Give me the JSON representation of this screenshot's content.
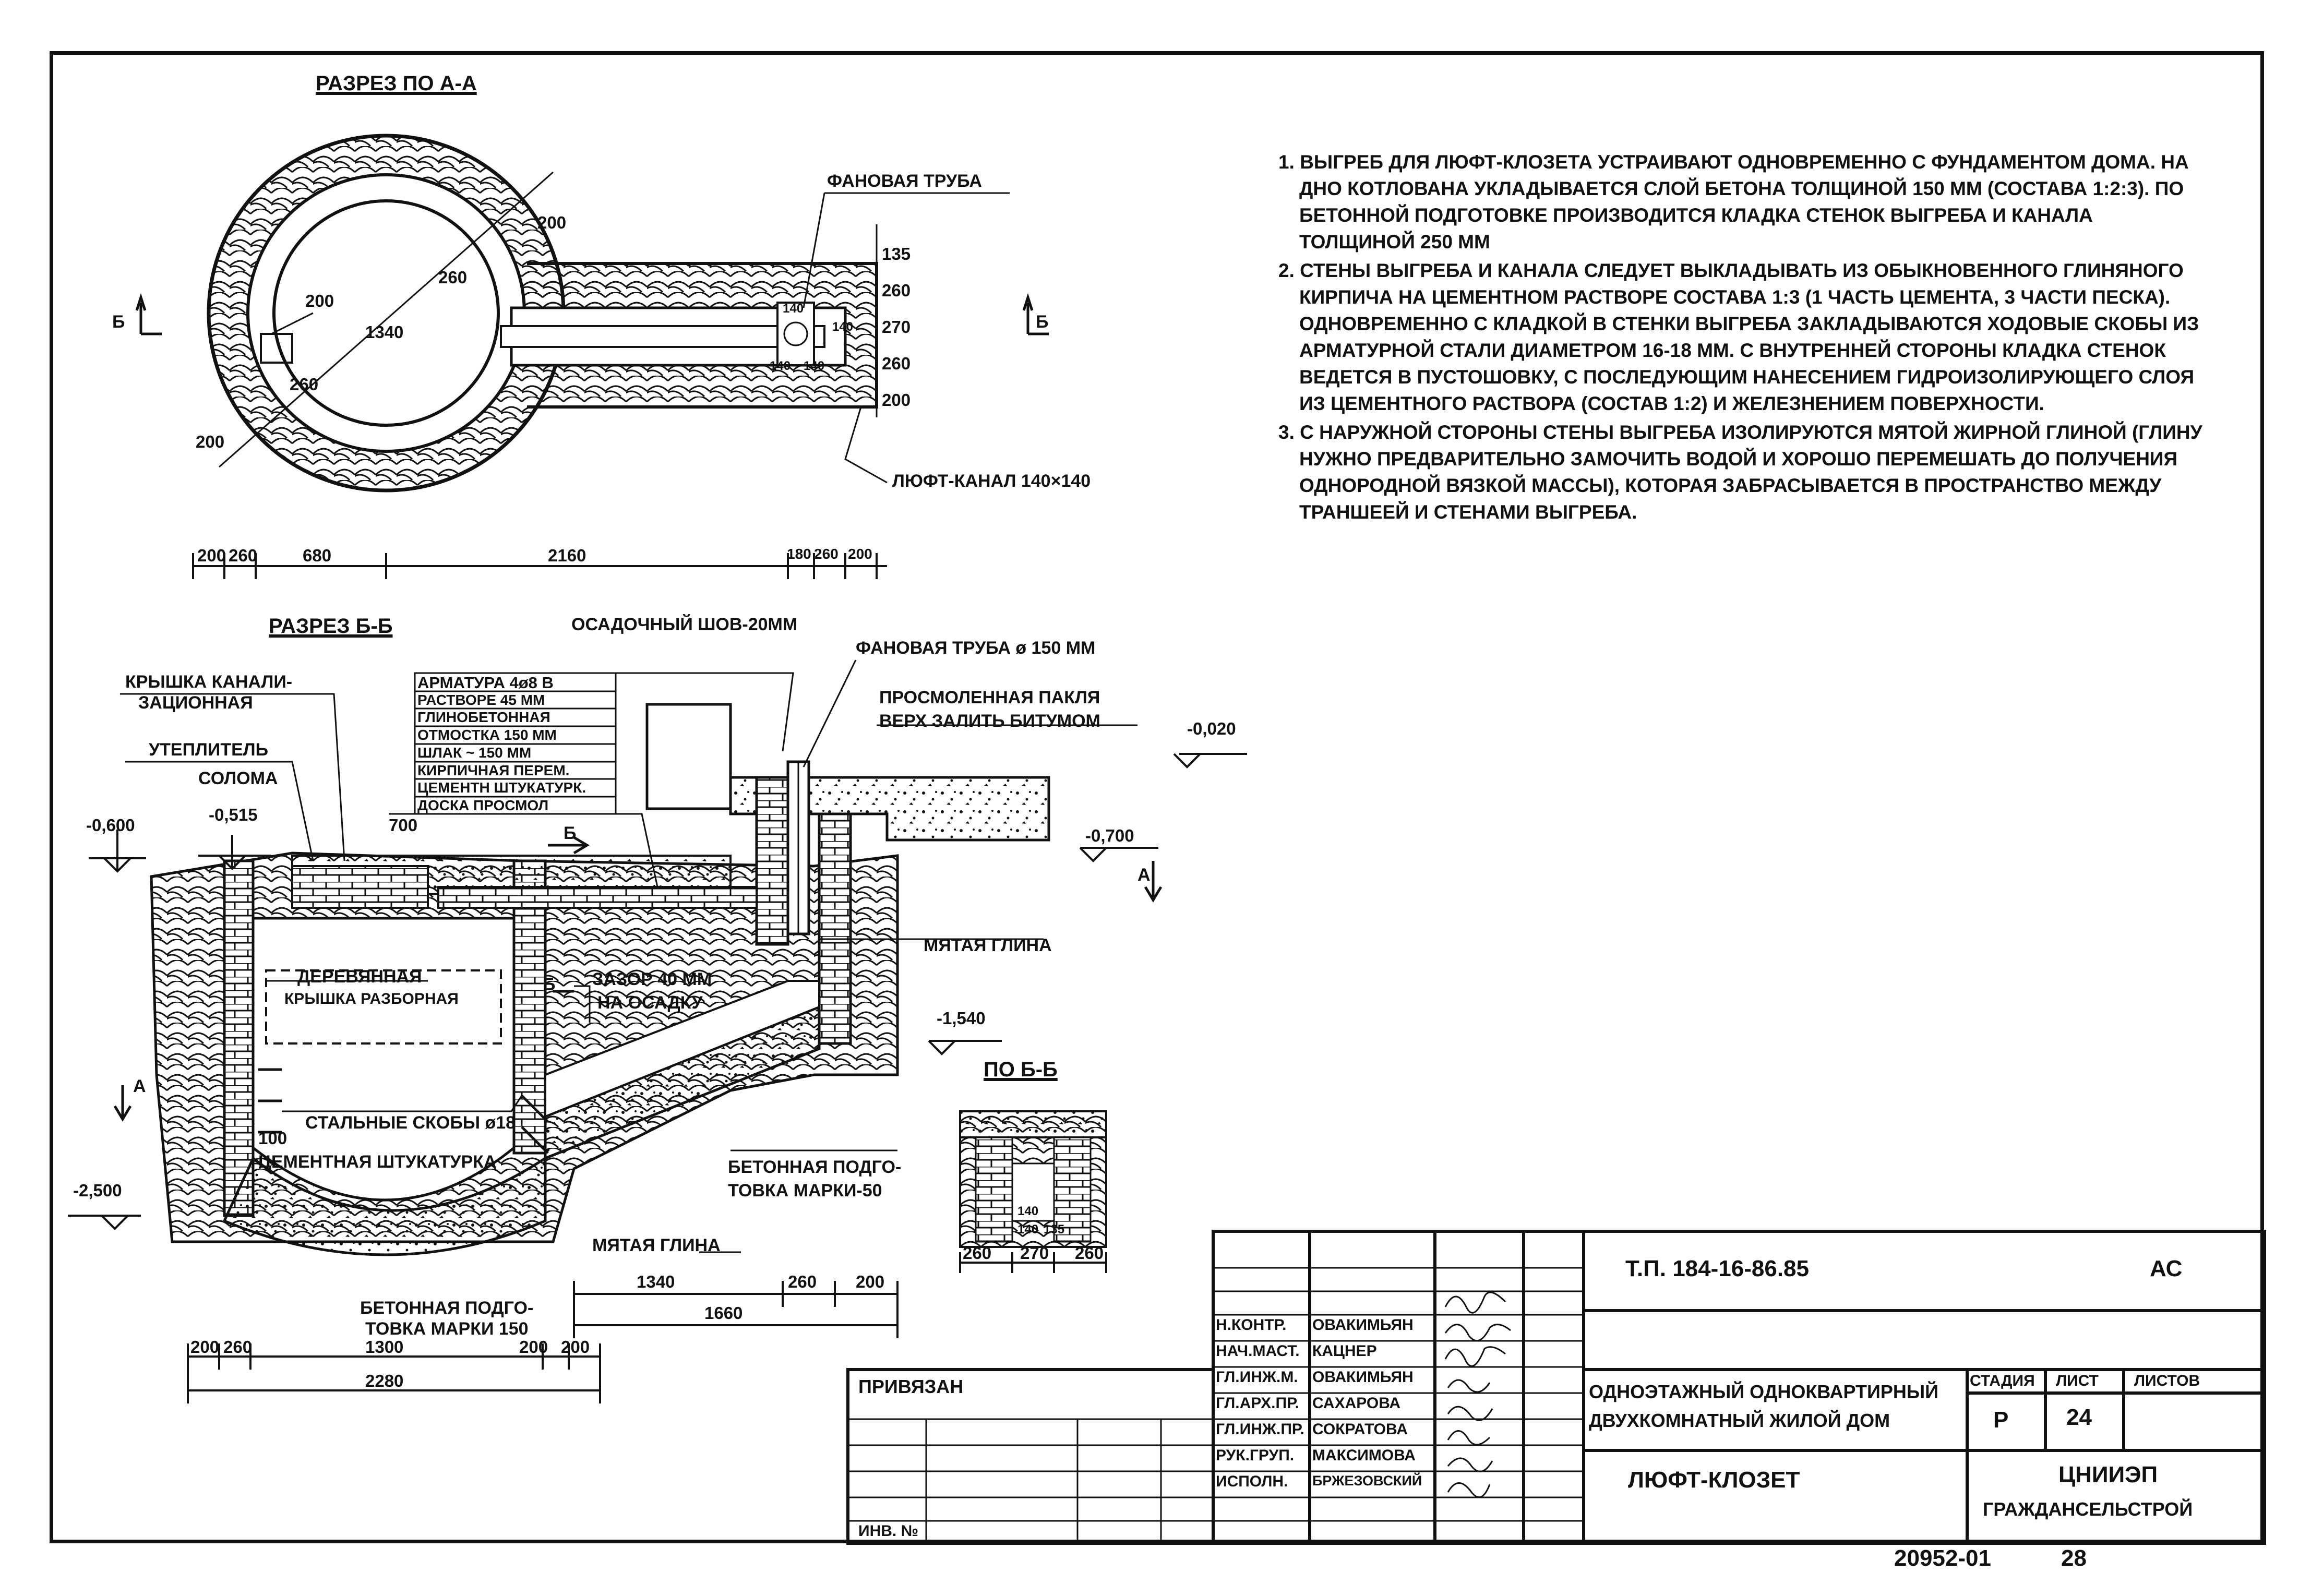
{
  "section_aa": {
    "title": "РАЗРЕЗ ПО А-А",
    "fan_pipe": "ФАНОВАЯ ТРУБА",
    "air_channel": "ЛЮФТ-КАНАЛ 140×140",
    "cut_b": "Б",
    "dims_inner": [
      "200",
      "260",
      "1340",
      "260",
      "200",
      "200"
    ],
    "dims_channel": [
      "135",
      "260",
      "270",
      "260",
      "200"
    ],
    "dims_small": [
      "140",
      "140",
      "140",
      "140"
    ],
    "dims_bottom": [
      "200",
      "260",
      "680",
      "2160",
      "180",
      "260",
      "200"
    ]
  },
  "section_bb": {
    "title": "РАЗРЕЗ Б-Б",
    "settlement_joint": "ОСАДОЧНЫЙ ШОВ-20ММ",
    "fan_pipe": "ФАНОВАЯ ТРУБА ø 150 ММ",
    "tarred_tow": "ПРОСМОЛЕННАЯ ПАКЛЯ",
    "bitumen": "ВЕРХ ЗАЛИТЬ БИТУМОМ",
    "sewer_cover_1": "КРЫШКА КАНАЛИ-",
    "sewer_cover_2": "ЗАЦИОННАЯ",
    "insulation": "УТЕПЛИТЕЛЬ",
    "straw": "СОЛОМА",
    "layers": [
      "АРМАТУРА 4ø8 В",
      "РАСТВОРЕ 45 ММ",
      "ГЛИНОБЕТОННАЯ",
      "ОТМОСТКА 150 ММ",
      "ШЛАК ~ 150 ММ",
      "КИРПИЧНАЯ ПЕРЕМ.",
      "ЦЕМЕНТН ШТУКАТУРК.",
      "ДОСКА ПРОСМОЛ"
    ],
    "level_m0020": "-0,020",
    "level_m0600": "-0,600",
    "level_m0515": "-0,515",
    "level_m0700": "-0,700",
    "level_m1540": "-1,540",
    "level_m2500": "-2,500",
    "dim_700": "700",
    "cut_b": "Б",
    "cut_a": "А",
    "crumpled_clay": "МЯТАЯ ГЛИНА",
    "wood_cover_1": "ДЕРЕВЯННАЯ",
    "wood_cover_2": "КРЫШКА РАЗБОРНАЯ",
    "gap_1": "ЗАЗОР 40 ММ",
    "gap_2": "НА ОСАДКУ",
    "steel_brackets": "СТАЛЬНЫЕ СКОБЫ ø18",
    "dim_100": "100",
    "cement_plaster": "ЦЕМЕНТНАЯ ШТУКАТУРКА",
    "concrete_prep_1": "БЕТОННАЯ ПОДГО-",
    "concrete_prep_2": "ТОВКА МАРКИ-50",
    "crumpled_clay_2": "МЯТАЯ ГЛИНА",
    "concrete_bottom_1": "БЕТОННАЯ ПОДГО-",
    "concrete_bottom_2": "ТОВКА МАРКИ 150",
    "dims_right": [
      "1340",
      "260",
      "200",
      "1660"
    ],
    "dims_bottom": [
      "200",
      "260",
      "1300",
      "200",
      "200",
      "2280"
    ]
  },
  "section_b_small": {
    "title": "ПО Б-Б",
    "dims": [
      "260",
      "270",
      "260",
      "140",
      "140",
      "135"
    ]
  },
  "notes": [
    "1. ВЫГРЕБ ДЛЯ ЛЮФТ-КЛОЗЕТА УСТРАИВАЮТ ОДНОВРЕМЕННО С ФУНДАМЕНТОМ ДОМА. НА ДНО КОТЛОВАНА УКЛАДЫВАЕТСЯ СЛОЙ БЕТОНА ТОЛЩИНОЙ 150 ММ (СОСТАВА 1:2:3). ПО БЕТОННОЙ ПОДГОТОВКЕ ПРОИЗВОДИТСЯ КЛАДКА СТЕНОК ВЫГРЕБА И КАНАЛА ТОЛЩИНОЙ 250 ММ",
    "2. СТЕНЫ ВЫГРЕБА И КАНАЛА СЛЕДУЕТ ВЫКЛАДЫВАТЬ ИЗ ОБЫКНОВЕННОГО ГЛИНЯНОГО КИРПИЧА НА ЦЕМЕНТНОМ РАСТВОРЕ СОСТАВА 1:3 (1 ЧАСТЬ ЦЕМЕНТА, 3 ЧАСТИ ПЕСКА). ОДНОВРЕМЕННО С КЛАДКОЙ В СТЕНКИ ВЫГРЕБА ЗАКЛАДЫВАЮТСЯ ХОДОВЫЕ СКОБЫ ИЗ АРМАТУРНОЙ СТАЛИ ДИАМЕТРОМ 16-18 ММ. С ВНУТРЕННЕЙ СТОРОНЫ КЛАДКА СТЕНОК ВЕДЕТСЯ В ПУСТОШОВКУ, С ПОСЛЕДУЮЩИМ НАНЕСЕНИЕМ ГИДРОИЗОЛИРУЮЩЕГО СЛОЯ ИЗ ЦЕМЕНТНОГО РАСТВОРА (СОСТАВ 1:2) И ЖЕЛЕЗНЕНИЕМ ПОВЕРХНОСТИ.",
    "3. С НАРУЖНОЙ СТОРОНЫ СТЕНЫ ВЫГРЕБА ИЗОЛИРУЮТСЯ МЯТОЙ ЖИРНОЙ ГЛИНОЙ (ГЛИНУ НУЖНО ПРЕДВАРИТЕЛЬНО ЗАМОЧИТЬ ВОДОЙ И ХОРОШО ПЕРЕМЕШАТЬ ДО ПОЛУЧЕНИЯ ОДНОРОДНОЙ ВЯЗКОЙ МАССЫ), КОТОРАЯ ЗАБРАСЫВАЕТСЯ В ПРОСТРАНСТВО МЕЖДУ ТРАНШЕЕЙ И СТЕНАМИ ВЫГРЕБА."
  ],
  "title_block": {
    "doc_code": "Т.П. 184-16-86.85",
    "mark": "АС",
    "bound": "ПРИВЯЗАН",
    "inv": "ИНВ. №",
    "roles": [
      "Н.КОНТР.",
      "НАЧ.МАСТ.",
      "ГЛ.ИНЖ.М.",
      "ГЛ.АРХ.ПР.",
      "ГЛ.ИНЖ.ПР.",
      "РУК.ГРУП.",
      "ИСПОЛН."
    ],
    "names": [
      "ОВАКИМЬЯН",
      "КАЦНЕР",
      "ОВАКИМЬЯН",
      "САХАРОВА",
      "СОКРАТОВА",
      "МАКСИМОВА",
      "БРЖЕЗОВСКИЙ"
    ],
    "project_1": "ОДНОЭТАЖНЫЙ ОДНОКВАРТИРНЫЙ",
    "project_2": "ДВУХКОМНАТНЫЙ ЖИЛОЙ ДОМ",
    "drawing": "ЛЮФТ-КЛОЗЕТ",
    "stage_h": "СТАДИЯ",
    "sheet_h": "ЛИСТ",
    "sheets_h": "ЛИСТОВ",
    "stage": "Р",
    "sheet": "24",
    "org_1": "ЦНИИЭП",
    "org_2": "ГРАЖДАНСЕЛЬСТРОЙ",
    "archive": "20952-01",
    "page": "28"
  }
}
